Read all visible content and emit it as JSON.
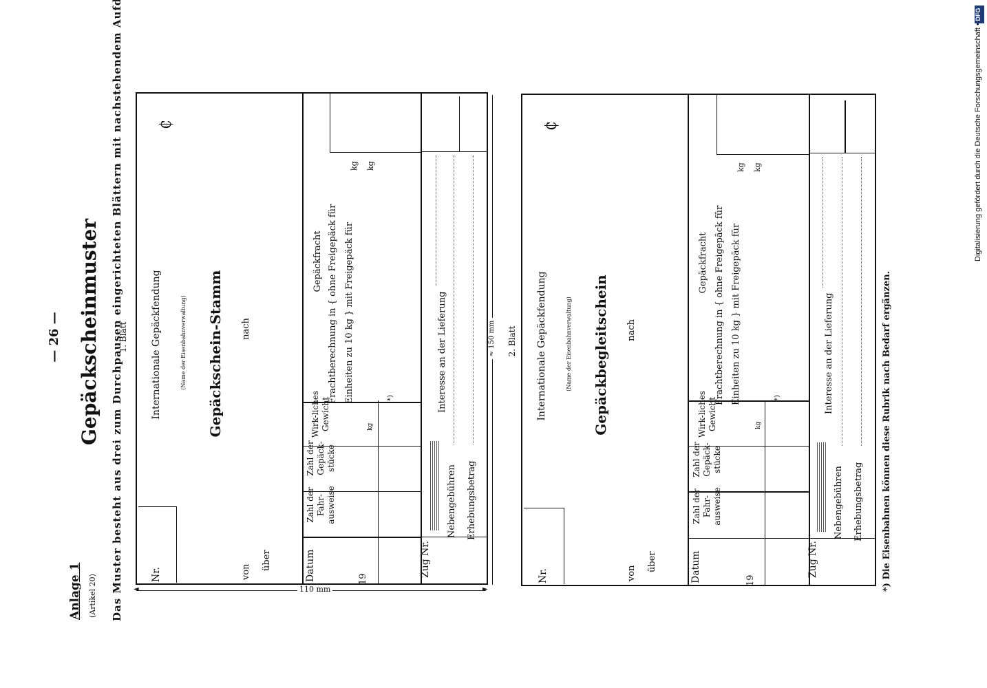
{
  "header": {
    "page_number": "— 26 —",
    "annex": "Anlage 1",
    "article": "(Artikel 20)",
    "title": "Gepäckscheinmuster",
    "intro": "Das Muster besteht aus drei zum Durchpausen eingerichteten Blättern mit nachstehendem Aufdruck:"
  },
  "dimensions": {
    "width_label": "110 mm",
    "length_label": "≈ 150 mm"
  },
  "forms": [
    {
      "sheet_label": "1. Blatt",
      "heading": "Internationale Gepäckfendung",
      "admin_note": "(Name der Eisenbahnverwaltung)",
      "form_title": "Gepäckschein-Stamm",
      "nr": "Nr.",
      "nach": "nach",
      "von": "von",
      "ueber": "über",
      "col_datum": "Datum",
      "year": "19",
      "col_fahrausweise": "Zahl der Fahr-ausweise",
      "col_stuecke": "Zahl der Gepäck-stücke",
      "col_gewicht": "Wirk-liches Gewicht",
      "kg": "kg",
      "gepaeckfracht": "Gepäckfracht",
      "calc_line1": "Frachtberechnung in { ohne Freigepäck für",
      "calc_line2": "Einheiten zu 10 kg } mit Freigepäck für",
      "footnote_mark": "*)",
      "zug": "Zug Nr.",
      "interesse": "Interesse an der Lieferung",
      "nebengebuehren": "Nebengebühren",
      "erhebung": "Erhebungsbetrag",
      "currency": "₵"
    },
    {
      "sheet_label": "2. Blatt",
      "heading": "Internationale Gepäckfendung",
      "admin_note": "(Name der Eisenbahnverwaltung)",
      "form_title": "Gepäckbegleitschein",
      "nr": "Nr.",
      "nach": "nach",
      "von": "von",
      "ueber": "über",
      "col_datum": "Datum",
      "year": "19",
      "col_fahrausweise": "Zahl der Fahr-ausweise",
      "col_stuecke": "Zahl der Gepäck-stücke",
      "col_gewicht": "Wirk-liches Gewicht",
      "kg": "kg",
      "gepaeckfracht": "Gepäckfracht",
      "calc_line1": "Frachtberechnung in { ohne Freigepäck für",
      "calc_line2": "Einheiten zu 10 kg } mit Freigepäck für",
      "footnote_mark": "*)",
      "zug": "Zug Nr.",
      "interesse": "Interesse an der Lieferung",
      "nebengebuehren": "Nebengebühren",
      "erhebung": "Erhebungsbetrag",
      "currency": "₵"
    }
  ],
  "footnote": "*) Die Eisenbahnen können diese Rubrik nach Bedarf ergänzen.",
  "digitization": {
    "text": "Digitalisierung gefördert durch die Deutsche Forschungsgemeinschaft •",
    "logo": "DFG"
  }
}
